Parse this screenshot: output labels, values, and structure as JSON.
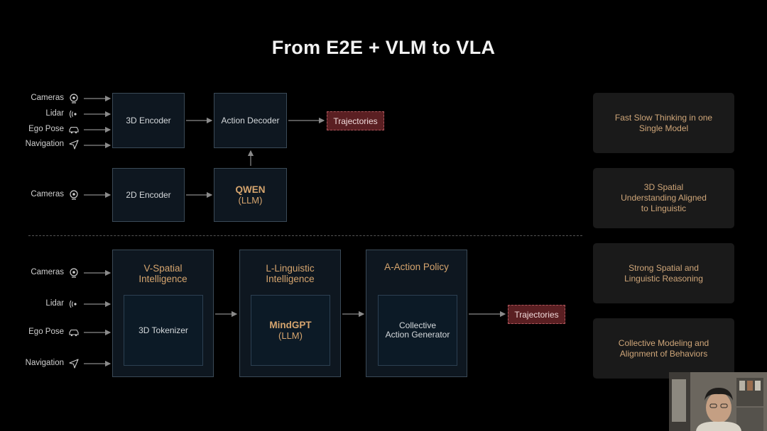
{
  "title": "From E2E + VLM to VLA",
  "top": {
    "inputs_a": [
      "Cameras",
      "Lidar",
      "Ego Pose",
      "Navigation"
    ],
    "inputs_b": [
      "Cameras"
    ],
    "encoder_3d": "3D Encoder",
    "encoder_2d": "2D Encoder",
    "action_decoder": "Action Decoder",
    "qwen_name": "QWEN",
    "qwen_sub": "(LLM)",
    "trajectories": "Trajectories"
  },
  "bottom": {
    "inputs": [
      "Cameras",
      "Lidar",
      "Ego Pose",
      "Navigation"
    ],
    "v_title": "V-Spatial\nIntelligence",
    "v_inner": "3D Tokenizer",
    "l_title": "L-Linguistic\nIntelligence",
    "l_inner_name": "MindGPT",
    "l_inner_sub": "(LLM)",
    "a_title": "A-Action Policy",
    "a_inner": "Collective\nAction Generator",
    "trajectories": "Trajectories"
  },
  "cards": [
    "Fast Slow Thinking in one\nSingle Model",
    "3D Spatial\nUnderstanding Aligned\nto Linguistic",
    "Strong Spatial and\nLinguistic Reasoning",
    "Collective Modeling and\nAlignment of Behaviors"
  ],
  "icons": {
    "Cameras": "camera-icon",
    "Lidar": "lidar-icon",
    "Ego Pose": "car-icon",
    "Navigation": "navigation-icon"
  },
  "colors": {
    "accent": "#d6a56e",
    "trajectory_fill": "#5a1f22",
    "box_border": "#3b4a57",
    "card_bg": "#1a1a1a"
  }
}
